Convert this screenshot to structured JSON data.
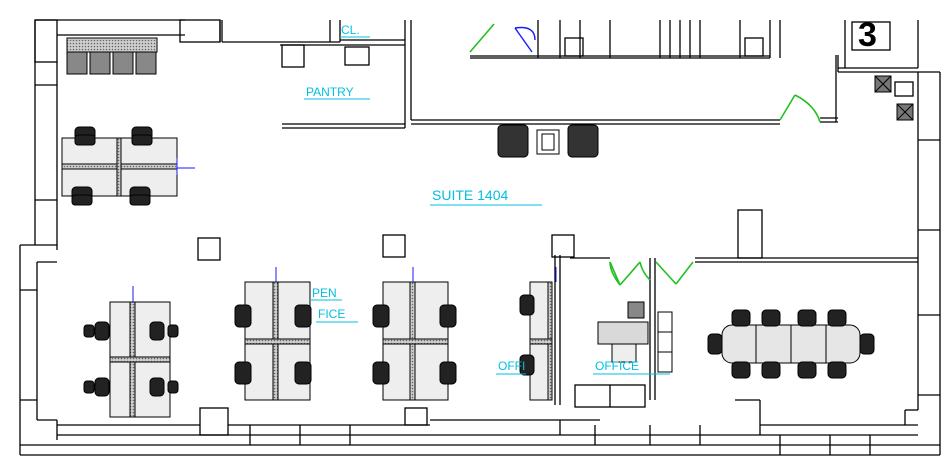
{
  "labels": {
    "closet": "CL.",
    "pantry": "PANTRY",
    "suite": "SUITE 1404",
    "open_office_a": "PEN",
    "open_office_b": "FICE",
    "office_left": "OFFI",
    "office_right": "OFFICE"
  },
  "room_number": "3",
  "colors": {
    "wall": "#000000",
    "label": "#00bfe0",
    "door_swing": "#22c022",
    "marker": "#1a1aff",
    "furniture_fill": "#d9d9d9"
  }
}
